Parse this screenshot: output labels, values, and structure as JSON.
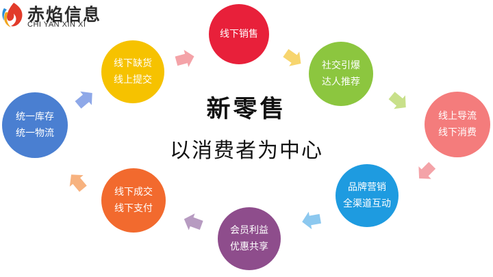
{
  "logo": {
    "name_cn": "赤焰信息",
    "name_en": "CHI YAN XIN XI"
  },
  "center": {
    "title": "新零售",
    "subtitle": "以消费者为中心"
  },
  "nodes": [
    {
      "line1": "线下销售",
      "line2": "",
      "color": "#e8203a"
    },
    {
      "line1": "社交引爆",
      "line2": "达人推荐",
      "color": "#8cc63f"
    },
    {
      "line1": "线上导流",
      "line2": "线下消费",
      "color": "#f47c7c"
    },
    {
      "line1": "品牌营销",
      "line2": "全渠道互动",
      "color": "#1e9be0"
    },
    {
      "line1": "会员利益",
      "line2": "优惠共享",
      "color": "#8e4d8c"
    },
    {
      "line1": "线下成交",
      "line2": "线下支付",
      "color": "#f26a2e"
    },
    {
      "line1": "统一库存",
      "line2": "统一物流",
      "color": "#4a7fd1"
    },
    {
      "line1": "线下缺货",
      "line2": "线上提交",
      "color": "#f6c200"
    }
  ],
  "arrow_colors": [
    "#f4a3a8",
    "#f7d56e",
    "#c8e08a",
    "#f4a3a8",
    "#8cc8ef",
    "#b79bc1",
    "#f7b27f",
    "#8ea8e8"
  ]
}
